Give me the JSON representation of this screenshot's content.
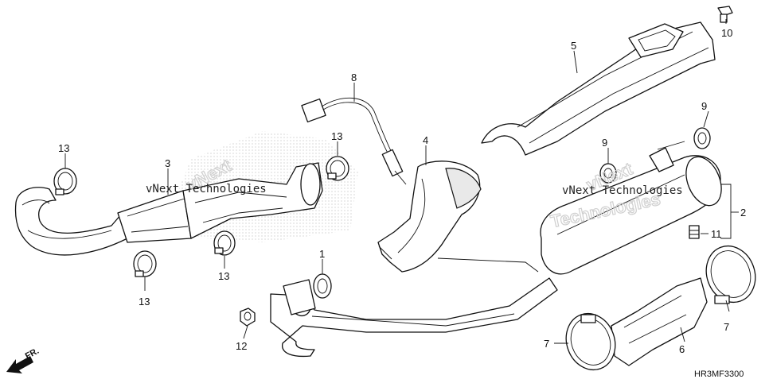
{
  "callouts": [
    {
      "id": "c1",
      "text": "1"
    },
    {
      "id": "c2",
      "text": "2"
    },
    {
      "id": "c3",
      "text": "3"
    },
    {
      "id": "c4",
      "text": "4"
    },
    {
      "id": "c5",
      "text": "5"
    },
    {
      "id": "c6",
      "text": "6"
    },
    {
      "id": "c7a",
      "text": "7"
    },
    {
      "id": "c7b",
      "text": "7"
    },
    {
      "id": "c8",
      "text": "8"
    },
    {
      "id": "c9a",
      "text": "9"
    },
    {
      "id": "c9b",
      "text": "9"
    },
    {
      "id": "c10",
      "text": "10"
    },
    {
      "id": "c11",
      "text": "11"
    },
    {
      "id": "c12",
      "text": "12"
    },
    {
      "id": "c13a",
      "text": "13"
    },
    {
      "id": "c13b",
      "text": "13"
    },
    {
      "id": "c13c",
      "text": "13"
    },
    {
      "id": "c13d",
      "text": "13"
    }
  ],
  "direction_label": "FR.",
  "diagram_code": "HR3MF3300",
  "watermarks": {
    "left": "vNext Technologies",
    "right_line1": "vNext Technologies",
    "logo_left": "vNext",
    "logo_right": "vNext",
    "logo_bottom": "Technologies"
  }
}
